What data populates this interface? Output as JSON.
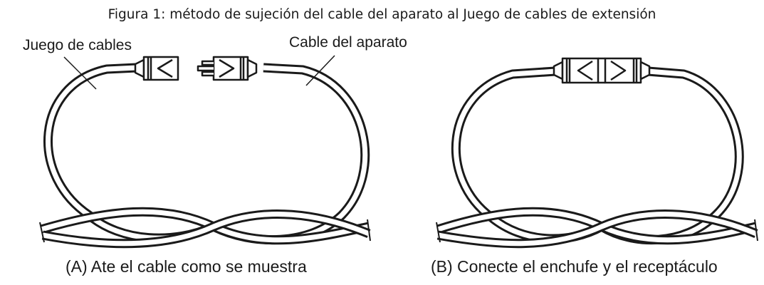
{
  "figure": {
    "title": "Figura 1: método de sujeción del cable del aparato al Juego de cables de extensión",
    "labels": {
      "extension_set": "Juego de cables",
      "appliance_cord": "Cable del aparato"
    },
    "captions": {
      "a": "(A) Ate el cable como se muestra",
      "b": "(B) Conecte el enchufe y el receptáculo"
    },
    "colors": {
      "line": "#1a1a1a",
      "background": "#ffffff"
    }
  }
}
